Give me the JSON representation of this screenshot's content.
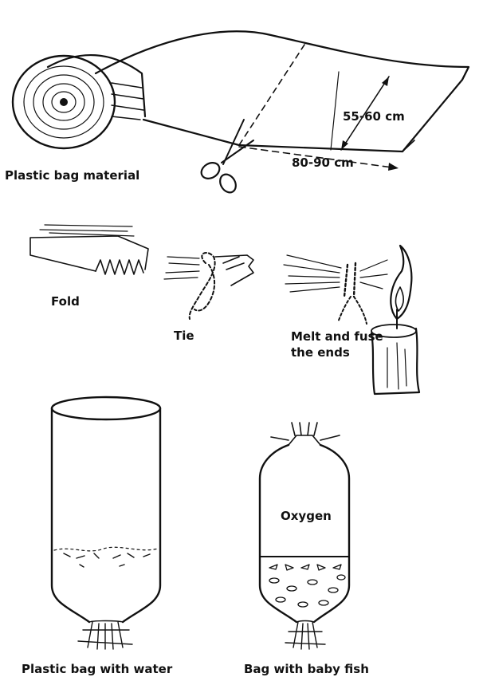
{
  "labels": {
    "roll": "Plastic bag material",
    "width": "55-60 cm",
    "length": "80-90 cm",
    "fold": "Fold",
    "tie": "Tie",
    "melt_line1": "Melt and fuse",
    "melt_line2": "the ends",
    "oxygen": "Oxygen",
    "bag_water": "Plastic bag with water",
    "bag_fish": "Bag with baby fish"
  }
}
